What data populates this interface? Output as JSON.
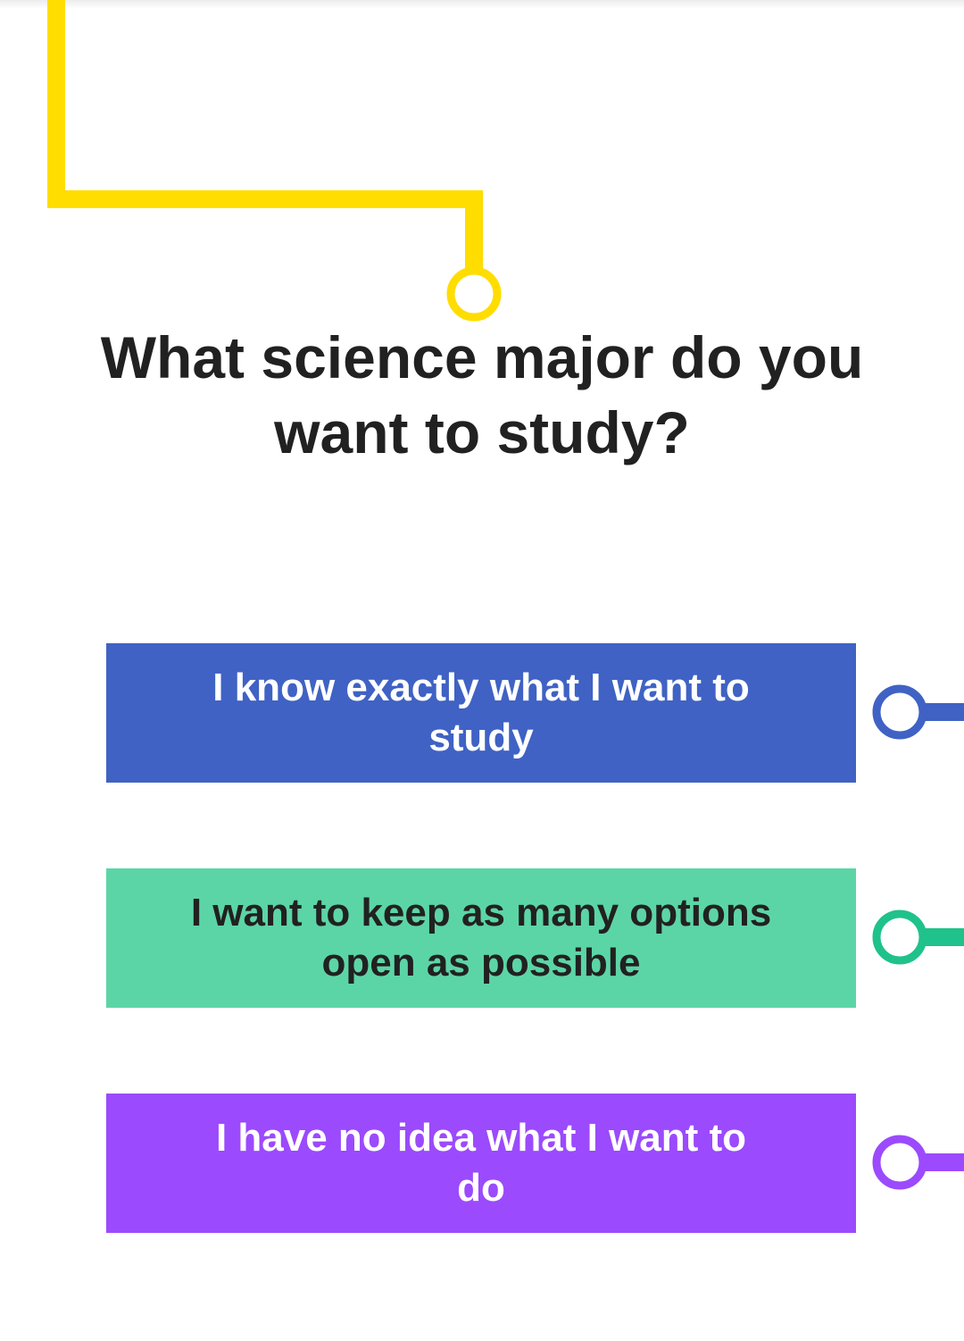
{
  "question": "What science major do you want to study?",
  "colors": {
    "path_yellow": "#FFDD00",
    "question_text": "#212121"
  },
  "options": [
    {
      "label": "I know exactly what I want to study",
      "bg": "#3F62C4",
      "text_color": "#FFFFFF",
      "connector": "#3F62C4"
    },
    {
      "label": "I want to keep as many options open as possible",
      "bg": "#5CD5A6",
      "text_color": "#212121",
      "connector": "#1FC28A"
    },
    {
      "label": "I have no idea what I want to do",
      "bg": "#9B4AFD",
      "text_color": "#FFFFFF",
      "connector": "#9B4AFD"
    }
  ]
}
